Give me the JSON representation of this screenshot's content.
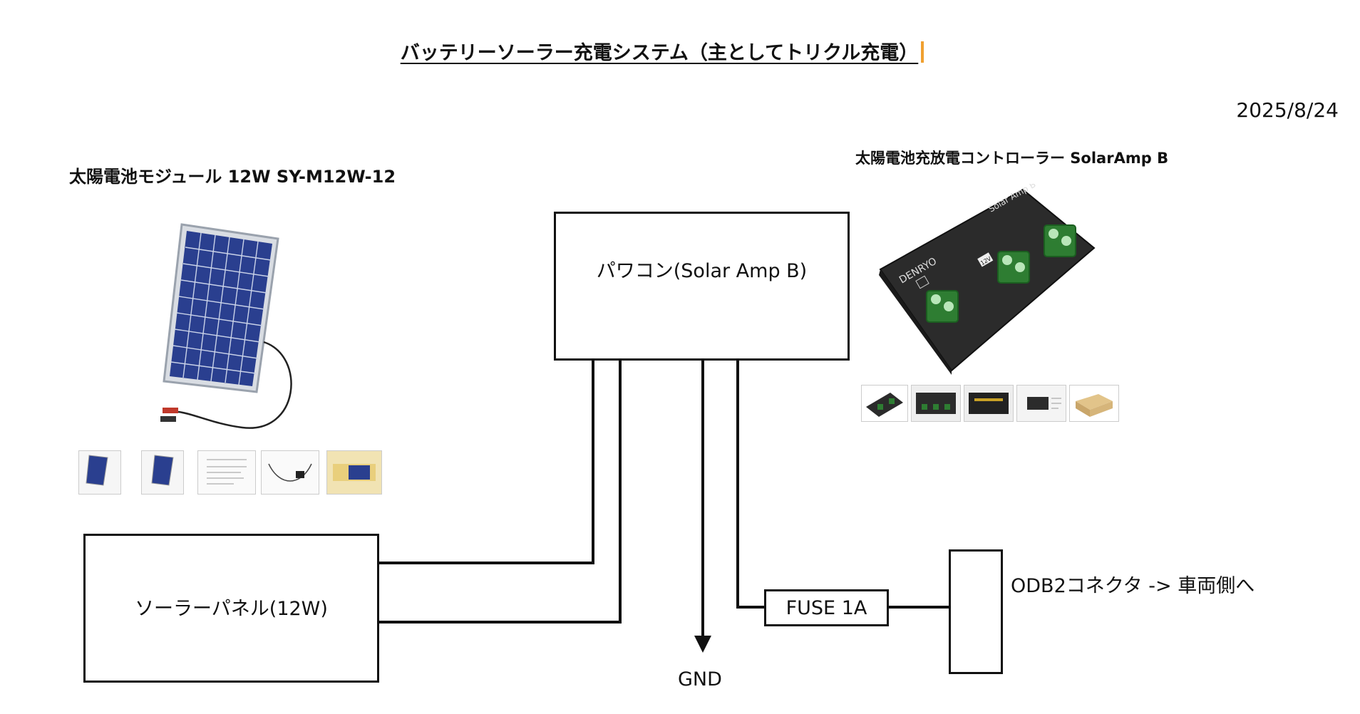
{
  "title": "バッテリーソーラー充電システム（主としてトリクル充電）",
  "date": "2025/8/24",
  "solar_module": {
    "caption": "太陽電池モジュール 12W SY-M12W-12"
  },
  "controller": {
    "caption": "太陽電池充放電コントローラー SolarAmp B",
    "brand_text": "DENRYO",
    "product_text": "Solar Amp B",
    "voltage_text": "12V"
  },
  "nodes": {
    "pcs": "パワコン(Solar Amp B)",
    "solar_panel": "ソーラーパネル(12W)",
    "fuse": "FUSE 1A",
    "odb2": "ODB2コネクタ -> 車両側へ",
    "gnd": "GND"
  },
  "colors": {
    "line": "#111111",
    "panel_cell": "#2a3f8f",
    "controller_body": "#2b2b2b",
    "terminal": "#2e7d32",
    "caret": "#f0a030"
  }
}
